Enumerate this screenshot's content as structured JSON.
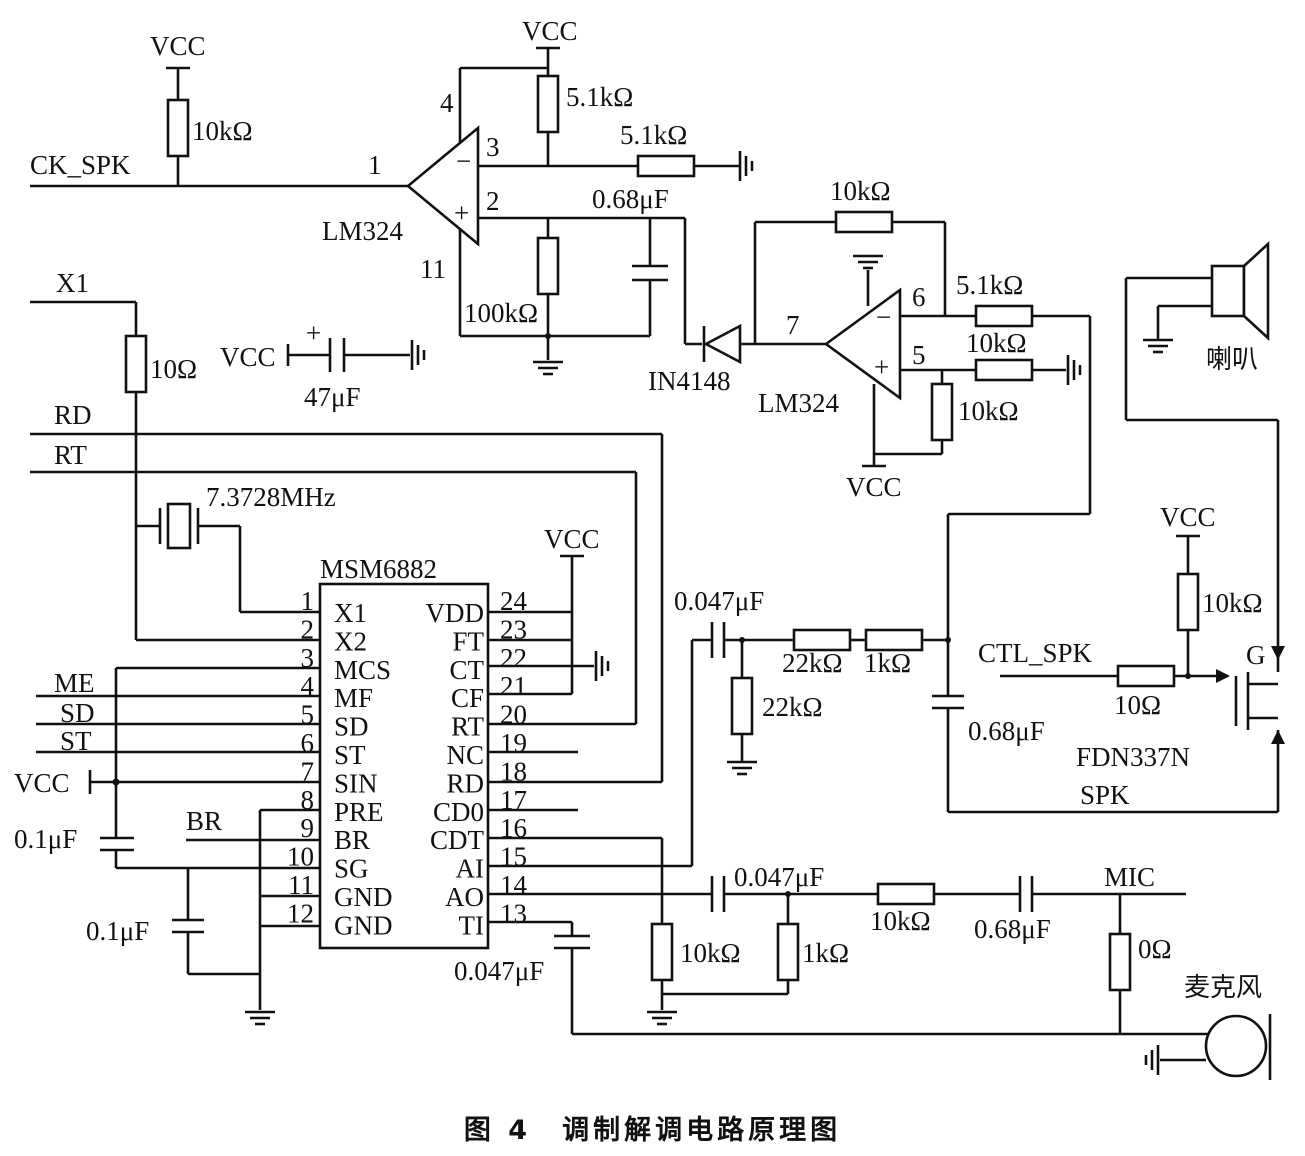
{
  "nets": {
    "ck_spk": "CK_SPK",
    "x1": "X1",
    "rd": "RD",
    "rt": "RT",
    "me": "ME",
    "sd": "SD",
    "st": "ST",
    "br": "BR",
    "ctl_spk": "CTL_SPK",
    "mic": "MIC",
    "spk": "SPK",
    "gate": "G"
  },
  "power": {
    "vcc": "VCC"
  },
  "parts": {
    "r_top_pullup": "10kΩ",
    "r_opamp1_vcc": "5.1kΩ",
    "r_opamp1_gnd": "5.1kΩ",
    "r_opamp1_100k": "100kΩ",
    "c_opamp1": "0.68μF",
    "opamp1": "LM324",
    "diode": "IN4148",
    "r_fb": "10kΩ",
    "r_6": "5.1kΩ",
    "r_6b": "10kΩ",
    "r_5": "10kΩ",
    "r_5b": "10kΩ",
    "opamp2": "LM324",
    "r_x1": "10Ω",
    "c_47u": "47μF",
    "crystal": "7.3728MHz",
    "ic": "MSM6882",
    "c_ai": "0.047μF",
    "r_22k_series": "22kΩ",
    "r_1k_series": "1kΩ",
    "r_22k_shunt": "22kΩ",
    "c_068_mid": "0.68μF",
    "r_gate": "10kΩ",
    "r_ctl": "10Ω",
    "mosfet": "FDN337N",
    "c_01_top": "0.1μF",
    "c_01_bot": "0.1μF",
    "c_ao": "0.047μF",
    "r_ao_series": "10kΩ",
    "c_mic": "0.68μF",
    "r_0": "0Ω",
    "r_ao_10k": "10kΩ",
    "r_ao_1k": "1kΩ",
    "c_ti": "0.047μF",
    "speaker": "喇叭",
    "microphone": "麦克风"
  },
  "opamp_pins": {
    "p1": "1",
    "p2": "2",
    "p3": "3",
    "p4": "4",
    "p11": "11",
    "p5": "5",
    "p6": "6",
    "p7": "7"
  },
  "ic_left_pins": [
    {
      "num": "1",
      "name": "X1"
    },
    {
      "num": "2",
      "name": "X2"
    },
    {
      "num": "3",
      "name": "MCS"
    },
    {
      "num": "4",
      "name": "MF"
    },
    {
      "num": "5",
      "name": "SD"
    },
    {
      "num": "6",
      "name": "ST"
    },
    {
      "num": "7",
      "name": "SIN"
    },
    {
      "num": "8",
      "name": "PRE"
    },
    {
      "num": "9",
      "name": "BR"
    },
    {
      "num": "10",
      "name": "SG"
    },
    {
      "num": "11",
      "name": "GND"
    },
    {
      "num": "12",
      "name": "GND"
    }
  ],
  "ic_right_pins": [
    {
      "num": "24",
      "name": "VDD"
    },
    {
      "num": "23",
      "name": "FT"
    },
    {
      "num": "22",
      "name": "CT"
    },
    {
      "num": "21",
      "name": "CF"
    },
    {
      "num": "20",
      "name": "RT"
    },
    {
      "num": "19",
      "name": "NC"
    },
    {
      "num": "18",
      "name": "RD"
    },
    {
      "num": "17",
      "name": "CD0"
    },
    {
      "num": "16",
      "name": "CDT"
    },
    {
      "num": "15",
      "name": "AI"
    },
    {
      "num": "14",
      "name": "AO"
    },
    {
      "num": "13",
      "name": "TI"
    }
  ],
  "caption": "图 4　调制解调电路原理图"
}
